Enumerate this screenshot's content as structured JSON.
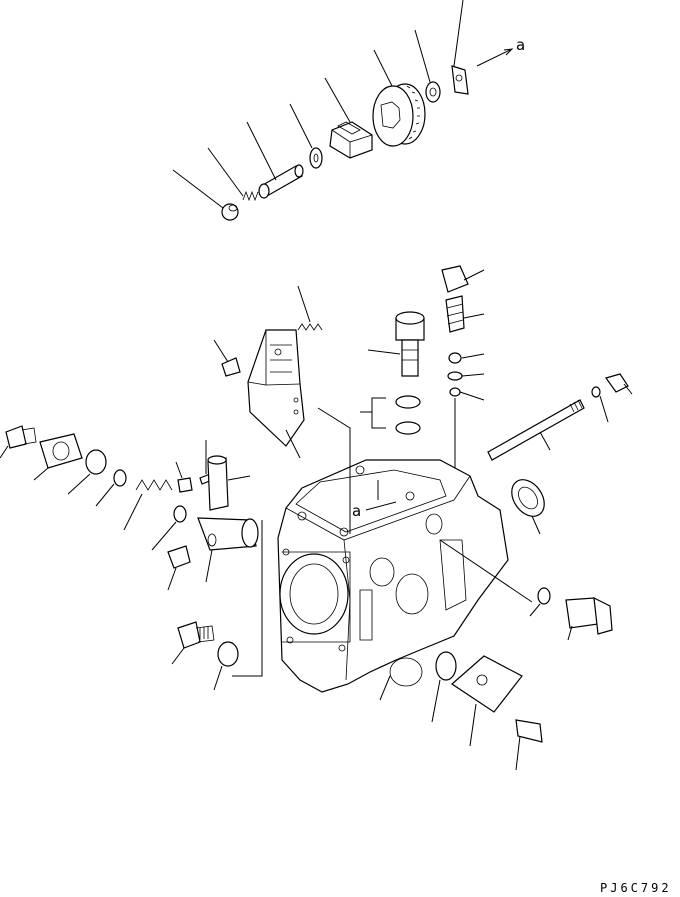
{
  "view_label": "a",
  "view_label_lower": "a",
  "drawing_code": "PJ6C792"
}
